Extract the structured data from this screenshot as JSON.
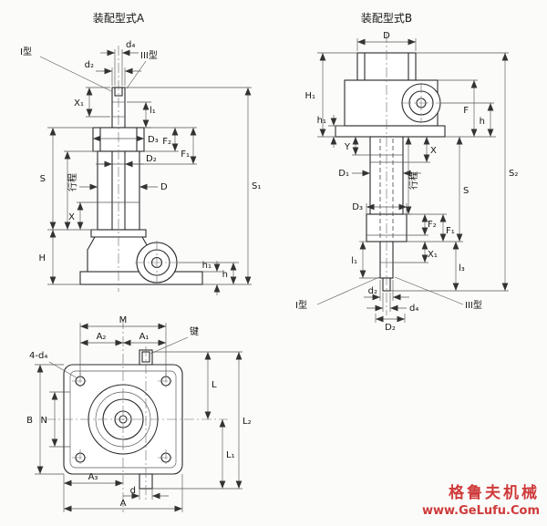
{
  "view_a": {
    "title": "装配型式A",
    "type_i": "I型",
    "type_iii": "III型",
    "d4": "d₄",
    "d2": "d₂",
    "x1": "X₁",
    "l1": "l₁",
    "D3": "D₃",
    "F2": "F₂",
    "F1": "F₁",
    "D2": "D₂",
    "D": "D",
    "S": "S",
    "stroke": "行程",
    "X": "X",
    "H": "H",
    "h1": "h₁",
    "h": "h",
    "S1": "S₁"
  },
  "view_b": {
    "title": "装配型式B",
    "D": "D",
    "H1": "H₁",
    "h1": "h₁",
    "F": "F",
    "h": "h",
    "Y": "Y",
    "X": "X",
    "D1": "D₁",
    "stroke": "行程",
    "S": "S",
    "D3": "D₃",
    "F2": "F₂",
    "F1": "F₁",
    "X1": "X₁",
    "l3": "l₃",
    "l1": "l₁",
    "d2": "d₂",
    "d4": "d₄",
    "D2": "D₂",
    "type_i": "I型",
    "type_iii": "III型",
    "S2": "S₂"
  },
  "plan_view": {
    "M": "M",
    "A2": "A₂",
    "A1": "A₁",
    "key": "键",
    "holes": "4-d₄",
    "B": "B",
    "N": "N",
    "L": "L",
    "L1": "L₁",
    "L2": "L₂",
    "A3": "A₃",
    "d": "d",
    "A": "A"
  },
  "watermark": {
    "brand": "格鲁夫机械",
    "url": "www.GeLufu.Com"
  }
}
